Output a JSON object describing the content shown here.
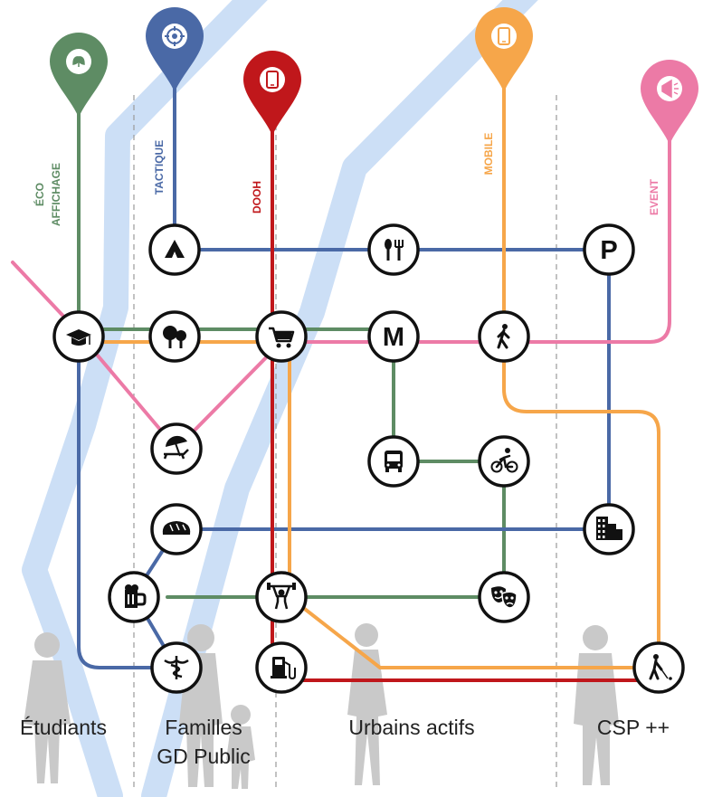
{
  "colors": {
    "eco": "#5E8C64",
    "tactique": "#4A69A6",
    "dooh": "#C0171B",
    "mobile": "#F6A64A",
    "event": "#EC7AA6",
    "river": "#CCDFF6",
    "silhouette": "#C9C9C9",
    "divider": "#9A9A9A"
  },
  "pins": [
    {
      "id": "eco",
      "label_lines": [
        "ÉCO",
        "AFFICHAGE"
      ],
      "icon": "leaf-icon"
    },
    {
      "id": "tactique",
      "label_lines": [
        "TACTIQUE"
      ],
      "icon": "target-icon"
    },
    {
      "id": "dooh",
      "label_lines": [
        "DOOH"
      ],
      "icon": "screen-icon"
    },
    {
      "id": "mobile",
      "label_lines": [
        "MOBILE"
      ],
      "icon": "smartphone-icon"
    },
    {
      "id": "event",
      "label_lines": [
        "EVENT"
      ],
      "icon": "megaphone-icon"
    }
  ],
  "stations": [
    {
      "id": "tent",
      "icon": "tent-icon"
    },
    {
      "id": "restaurant",
      "icon": "fork-spoon-icon"
    },
    {
      "id": "parking",
      "icon": "parking-icon",
      "text": "P"
    },
    {
      "id": "university",
      "icon": "graduation-cap-icon"
    },
    {
      "id": "park",
      "icon": "trees-icon"
    },
    {
      "id": "shopping",
      "icon": "shopping-cart-icon"
    },
    {
      "id": "metro",
      "icon": "metro-icon",
      "text": "M"
    },
    {
      "id": "walk",
      "icon": "pedestrian-icon"
    },
    {
      "id": "beach",
      "icon": "beach-umbrella-icon"
    },
    {
      "id": "bus",
      "icon": "bus-icon"
    },
    {
      "id": "cycling",
      "icon": "cyclist-icon"
    },
    {
      "id": "bakery",
      "icon": "bread-icon"
    },
    {
      "id": "office",
      "icon": "office-buildings-icon"
    },
    {
      "id": "bar",
      "icon": "beer-mug-icon"
    },
    {
      "id": "gym",
      "icon": "weightlifter-icon"
    },
    {
      "id": "theatre",
      "icon": "theatre-masks-icon"
    },
    {
      "id": "pharmacy",
      "icon": "caduceus-icon"
    },
    {
      "id": "fuel",
      "icon": "fuel-pump-icon"
    },
    {
      "id": "golf",
      "icon": "golfer-icon"
    }
  ],
  "segments": [
    {
      "label_lines": [
        "Étudiants"
      ]
    },
    {
      "label_lines": [
        "Familles",
        "GD Public"
      ]
    },
    {
      "label_lines": [
        "Urbains actifs"
      ]
    },
    {
      "label_lines": [
        "CSP ++"
      ]
    }
  ]
}
